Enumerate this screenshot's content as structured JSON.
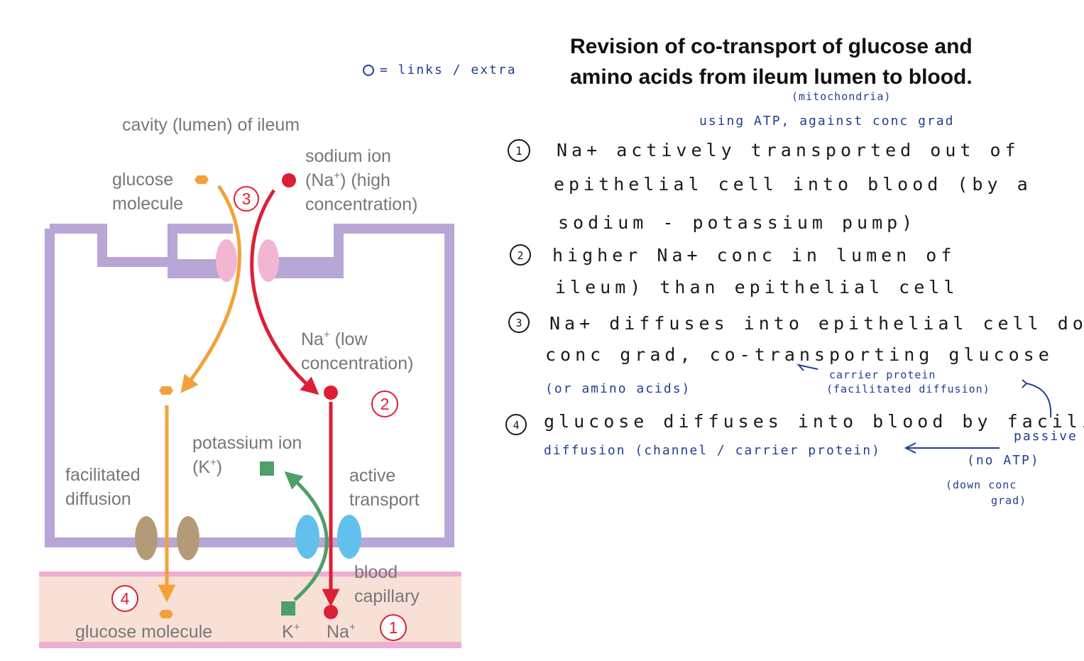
{
  "title": {
    "line1": "Revision of co-transport of glucose and",
    "line2": "amino acids from ileum lumen to blood."
  },
  "annotation_top": "= links / extra",
  "diagram": {
    "labels": {
      "cavity": "cavity (lumen) of ileum",
      "sodium_ion_1": "sodium ion",
      "sodium_ion_2a": "(Na",
      "sodium_ion_2sup": "+",
      "sodium_ion_2b": ") (high",
      "sodium_ion_3": "concentration)",
      "glucose_1": "glucose",
      "glucose_2": "molecule",
      "na_low_1a": "Na",
      "na_low_1sup": "+",
      "na_low_1b": " (low",
      "na_low_2": "concentration)",
      "potassium_1": "potassium ion",
      "potassium_2a": "(K",
      "potassium_2sup": "+",
      "potassium_2b": ")",
      "facilitated_1": "facilitated",
      "facilitated_2": "diffusion",
      "active_1": "active",
      "active_2": "transport",
      "blood_1": "blood",
      "blood_2": "capillary",
      "glucose_bottom": "glucose molecule",
      "k_bottom": "K",
      "k_bottom_sup": "+",
      "na_bottom": "Na",
      "na_bottom_sup": "+"
    },
    "step_numbers": [
      "1",
      "2",
      "3",
      "4"
    ],
    "colors": {
      "cell_membrane": "#b8a6d6",
      "blood": "#f9e0d6",
      "blood_edge": "#ecaed2",
      "glucose": "#f2a13a",
      "sodium": "#dc1f36",
      "potassium": "#4f9f6a",
      "carrier_pink": "#f2b6d2",
      "channel_brown": "#b49b78",
      "pump_blue": "#62c0ec"
    }
  },
  "notes": {
    "n1_mark": "1",
    "n1_line1": "Na+ actively transported out of",
    "n1_line2": "epithelial cell into blood (by a",
    "n1_line3": "sodium - potassium pump)",
    "n1_above1": "(mitochondria)",
    "n1_above2": "using ATP, against conc grad",
    "n2_mark": "2",
    "n2_line1": "higher Na+ conc in lumen of",
    "n2_line2": "ileum) than epithelial cell",
    "n3_mark": "3",
    "n3_line1": "Na+ diffuses into epithelial cell down",
    "n3_line2": "conc grad, co-transporting glucose",
    "n3_line3": "(or amino acids)",
    "n3_side1": "carrier protein",
    "n3_side2": "(facilitated diffusion)",
    "n4_mark": "4",
    "n4_line1": "glucose diffuses into blood by facilitated",
    "n4_line2": "diffusion (channel / carrier protein)",
    "n4_side1": "passive",
    "n4_side2": "(no ATP)",
    "n4_side3": "(down conc",
    "n4_side4": "grad)"
  }
}
